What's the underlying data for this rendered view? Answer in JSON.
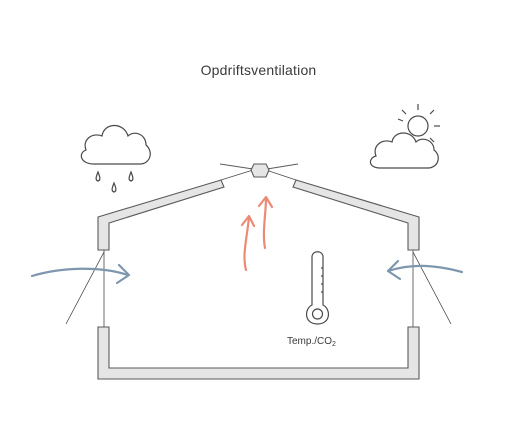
{
  "title": "Opdriftsventilation",
  "sensor": {
    "label_main": "Temp./CO",
    "label_sub": "2"
  },
  "icons": {
    "weather_left": "cloud-rain-icon",
    "weather_right": "cloud-sun-icon",
    "sensor": "thermometer-icon"
  },
  "colors": {
    "inflow_arrow": "#7f97ae",
    "warm_air_arrow": "#ec8a75",
    "wall_fill": "#e5e5e5",
    "wall_stroke": "#5a5a5a",
    "line": "#4a4a4a"
  }
}
